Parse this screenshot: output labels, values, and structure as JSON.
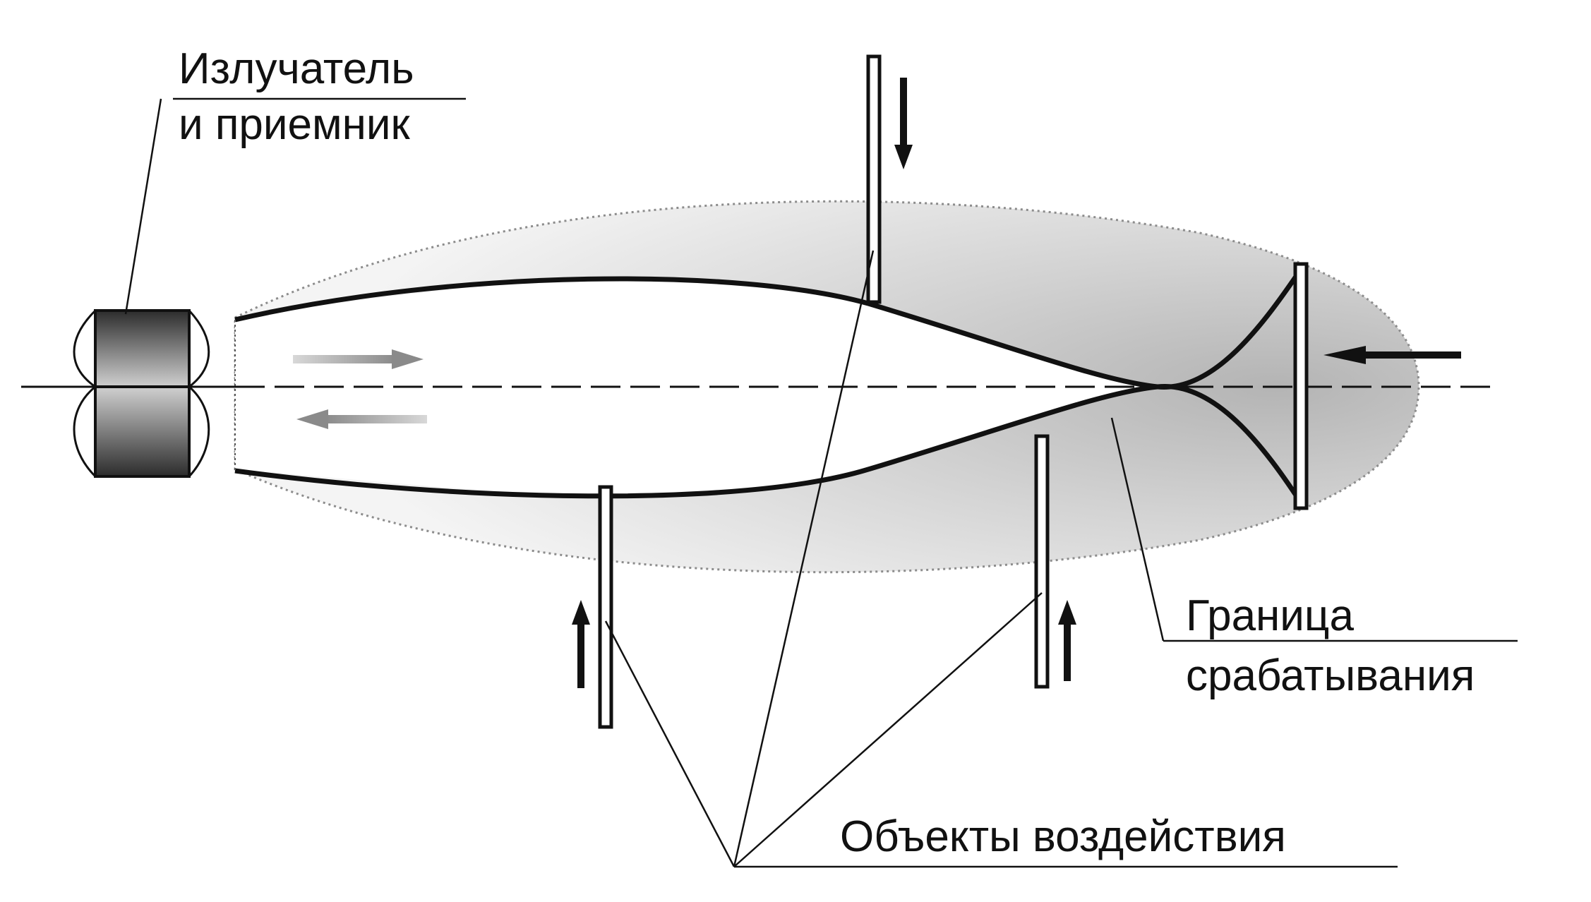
{
  "labels": {
    "emitter_line1": "Излучатель",
    "emitter_line2": "и приемник",
    "boundary_line1": "Граница",
    "boundary_line2": "срабатывания",
    "objects": "Объекты воздействия"
  },
  "colors": {
    "ink": "#111111",
    "zone_shade": "#c9c9c9",
    "arrow_gray": "#9a9a9a",
    "sensor_dark": "#3a3a3a"
  }
}
